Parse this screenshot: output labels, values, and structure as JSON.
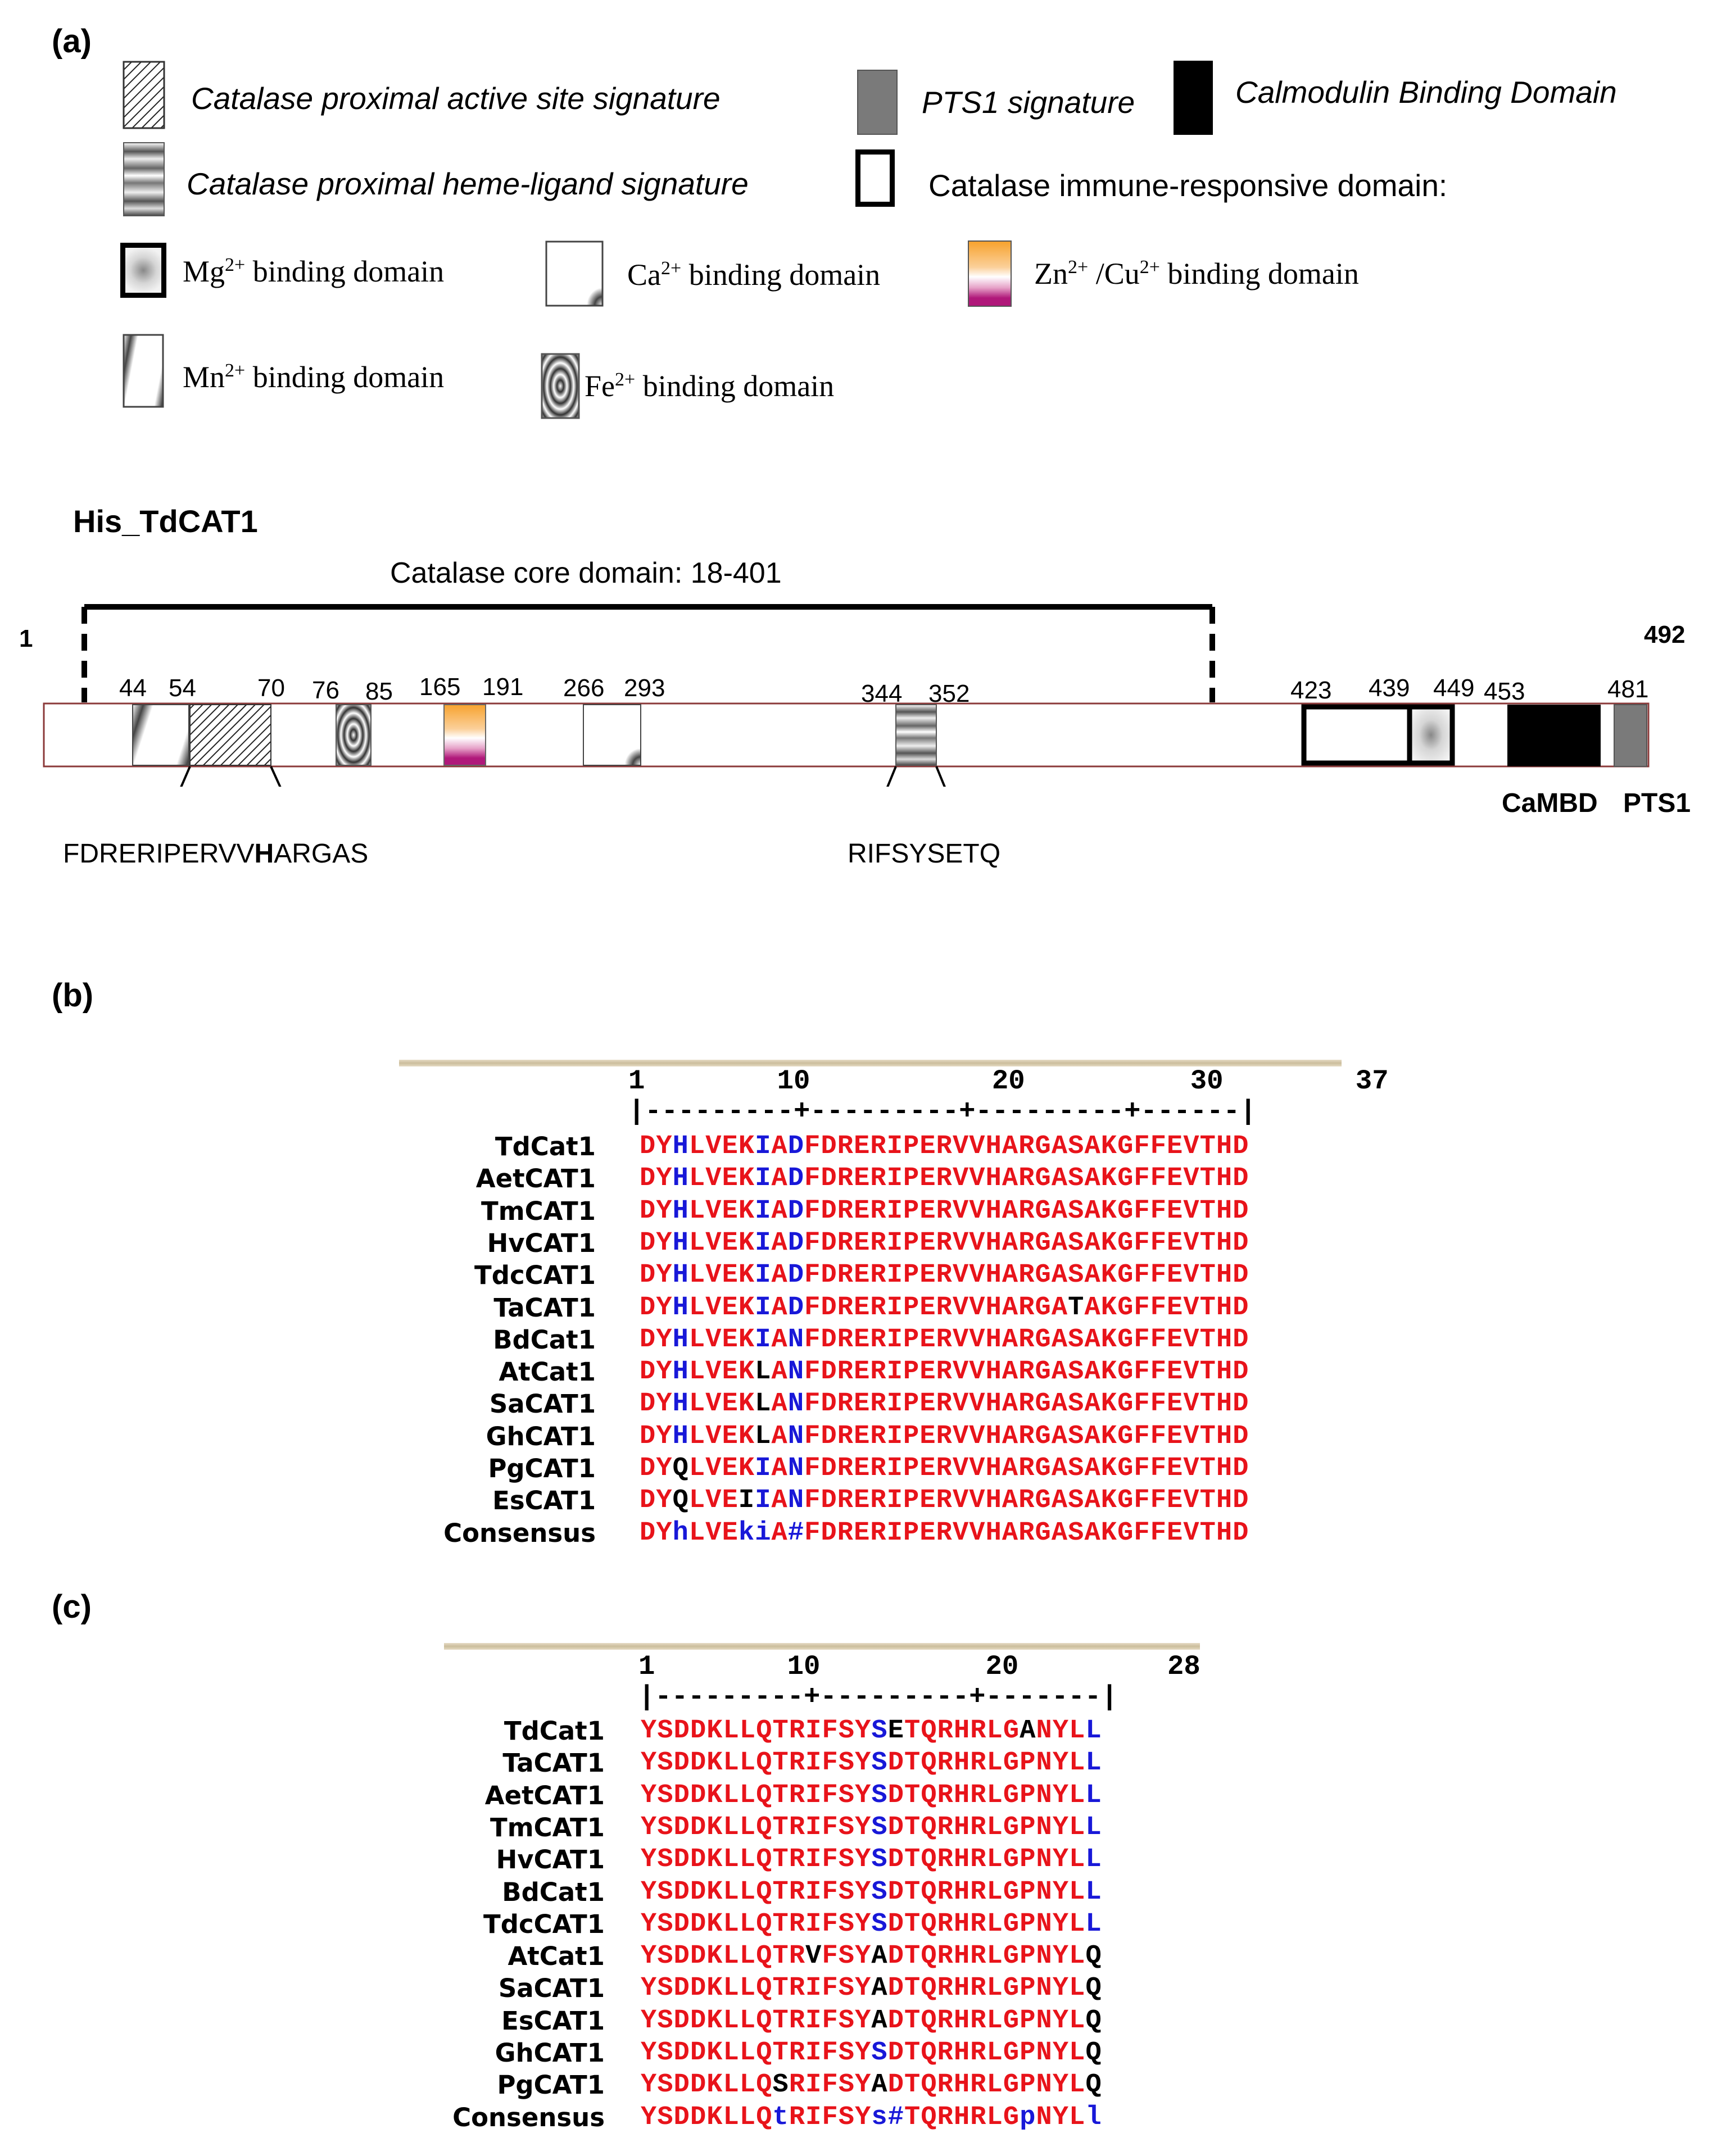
{
  "panels": {
    "a": "(a)",
    "b": "(b)",
    "c": "(c)"
  },
  "legend": {
    "proximal_active": "Catalase proximal active site signature",
    "pts1": "PTS1 signature",
    "calmodulin": "Calmodulin Binding Domain",
    "heme_ligand": "Catalase proximal heme-ligand signature",
    "immune": "Catalase immune-responsive domain:",
    "mg": "Mg",
    "mg_sup": "2+",
    "mg_rest": " binding domain",
    "ca": "Ca",
    "ca_sup": "2+",
    "ca_rest": " binding domain",
    "zn": "Zn",
    "zn_sup": "2+",
    "zn_mid": " /Cu",
    "cu_sup": "2+",
    "zn_rest": " binding domain",
    "mn": "Mn",
    "mn_sup": "2+",
    "mn_rest": " binding domain",
    "fe": "Fe",
    "fe_sup": "2+",
    "fe_rest": " binding domain"
  },
  "diagram": {
    "title": "His_TdCAT1",
    "core_label": "Catalase core domain: 18-401",
    "start": "1",
    "end": "492",
    "positions": [
      "44",
      "54",
      "70",
      "76",
      "85",
      "165",
      "191",
      "266",
      "293",
      "344",
      "352",
      "423",
      "439",
      "449",
      "453",
      "481"
    ],
    "motif1_pre": "FDRERIPERVV",
    "motif1_bold": "H",
    "motif1_post": "ARGAS",
    "motif2": "RIFSYSETQ",
    "cambd": "CaMBD",
    "pts1": "PTS1"
  },
  "align_b": {
    "ruler_nums": "1        10           20          30        37",
    "ruler_line": "|---------+---------+---------+------|",
    "rows": [
      {
        "name": "TdCat1",
        "seq": "DYHLVEKIADFDRERIPERVVHARGASAKGFFEVTHD"
      },
      {
        "name": "AetCAT1",
        "seq": "DYHLVEKIADFDRERIPERVVHARGASAKGFFEVTHD"
      },
      {
        "name": "TmCAT1",
        "seq": "DYHLVEKIADFDRERIPERVVHARGASAKGFFEVTHD"
      },
      {
        "name": "HvCAT1",
        "seq": "DYHLVEKIADFDRERIPERVVHARGASAKGFFEVTHD"
      },
      {
        "name": "TdcCAT1",
        "seq": "DYHLVEKIADFDRERIPERVVHARGASAKGFFEVTHD"
      },
      {
        "name": "TaCAT1",
        "seq": "DYHLVEKIADFDRERIPERVVHARGATAKGFFEVTHD"
      },
      {
        "name": "BdCat1",
        "seq": "DYHLVEKIANFDRERIPERVVHARGASAKGFFEVTHD"
      },
      {
        "name": "AtCat1",
        "seq": "DYHLVEKLANFDRERIPERVVHARGASAKGFFEVTHD"
      },
      {
        "name": "SaCAT1",
        "seq": "DYHLVEKLANFDRERIPERVVHARGASAKGFFEVTHD"
      },
      {
        "name": "GhCAT1",
        "seq": "DYHLVEKLANFDRERIPERVVHARGASAKGFFEVTHD"
      },
      {
        "name": "PgCAT1",
        "seq": "DYQLVEKIANFDRERIPERVVHARGASAKGFFEVTHD"
      },
      {
        "name": "EsCAT1",
        "seq": "DYQLVEIIANFDRERIPERVVHARGASAKGFFEVTHD"
      },
      {
        "name": "Consensus",
        "seq": "DYhLVEkiA#FDRERIPERVVHARGASAKGFFEVTHD"
      }
    ]
  },
  "align_c": {
    "ruler_nums": "1        10          20         28",
    "ruler_line": "|---------+---------+-------|",
    "rows": [
      {
        "name": "TdCat1",
        "seq": "YSDDKLLQTRIFSYSETQRHRLGANYLL"
      },
      {
        "name": "TaCAT1",
        "seq": "YSDDKLLQTRIFSYSDTQRHRLGPNYLL"
      },
      {
        "name": "AetCAT1",
        "seq": "YSDDKLLQTRIFSYSDTQRHRLGPNYLL"
      },
      {
        "name": "TmCAT1",
        "seq": "YSDDKLLQTRIFSYSDTQRHRLGPNYLL"
      },
      {
        "name": "HvCAT1",
        "seq": "YSDDKLLQTRIFSYSDTQRHRLGPNYLL"
      },
      {
        "name": "BdCat1",
        "seq": "YSDDKLLQTRIFSYSDTQRHRLGPNYLL"
      },
      {
        "name": "TdcCAT1",
        "seq": "YSDDKLLQTRIFSYSDTQRHRLGPNYLL"
      },
      {
        "name": "AtCat1",
        "seq": "YSDDKLLQTRVFSYADTQRHRLGPNYLQ"
      },
      {
        "name": "SaCAT1",
        "seq": "YSDDKLLQTRIFSYADTQRHRLGPNYLQ"
      },
      {
        "name": "EsCAT1",
        "seq": "YSDDKLLQTRIFSYADTQRHRLGPNYLQ"
      },
      {
        "name": "GhCAT1",
        "seq": "YSDDKLLQTRIFSYSDTQRHRLGPNYLQ"
      },
      {
        "name": "PgCAT1",
        "seq": "YSDDKLLQSRIFSYADTQRHRLGPNYLQ"
      },
      {
        "name": "Consensus",
        "seq": "YSDDKLLQtRIFSYs#TQRHRLGpNYLl"
      }
    ]
  },
  "colors": {
    "high": "#e8131a",
    "low": "#1818d8",
    "none": "#000000",
    "zn_top": "#f7a22e",
    "zn_bottom": "#b0187a"
  }
}
